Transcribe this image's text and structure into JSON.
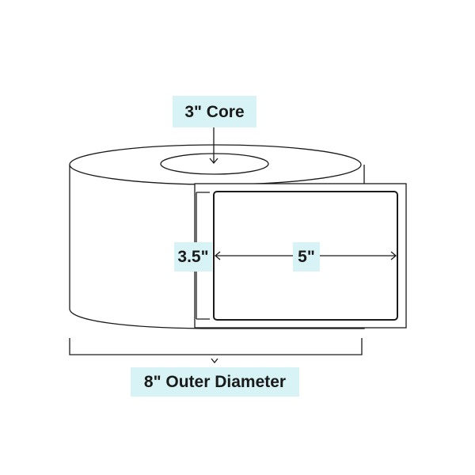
{
  "labels": {
    "core": "3\" Core",
    "label_height": "3.5\"",
    "label_width": "5\"",
    "outer_diameter": "8\" Outer Diameter"
  },
  "colors": {
    "label_background": "#d8f3f5",
    "line": "#1a1a1a",
    "text": "#1a1a1a"
  }
}
